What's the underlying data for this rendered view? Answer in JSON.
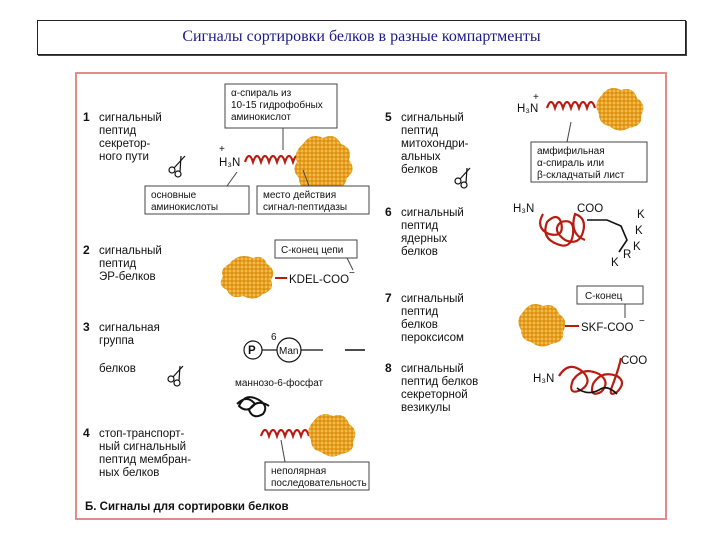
{
  "slide_title": "Сигналы сортировки белков в разные компартменты",
  "callouts": {
    "alpha_helix": [
      "α-спираль из",
      "10-15 гидрофобных",
      "аминокислот"
    ],
    "basic_aa": [
      "основные",
      "аминокислоты"
    ],
    "cleavage": [
      "место действия",
      "сигнал-пептидазы"
    ],
    "c_end_chain": [
      "С-конец цепи"
    ],
    "amphiphilic": [
      "амфифильная",
      "α-спираль или",
      "β-складчатый лист"
    ],
    "c_end": [
      "С-конец"
    ],
    "nonpolar": [
      "неполярная",
      "последовательность"
    ]
  },
  "items": [
    {
      "num": "1",
      "lines": [
        "сигнальный",
        "пептид",
        "секретор-",
        "ного пути"
      ]
    },
    {
      "num": "2",
      "lines": [
        "сигнальный",
        "пептид",
        "ЭР-белков"
      ]
    },
    {
      "num": "3",
      "lines": [
        "сигнальная",
        "группа",
        "",
        "белков"
      ]
    },
    {
      "num": "4",
      "lines": [
        "стоп-транспорт-",
        "ный сигнальный",
        "пептид мембран-",
        "ных белков"
      ]
    },
    {
      "num": "5",
      "lines": [
        "сигнальный",
        "пептид",
        "митохондри-",
        "альных",
        "белков"
      ]
    },
    {
      "num": "6",
      "lines": [
        "сигнальный",
        "пептид",
        "ядерных",
        "белков"
      ]
    },
    {
      "num": "7",
      "lines": [
        "сигнальный",
        "пептид",
        "белков",
        "пероксисом"
      ]
    },
    {
      "num": "8",
      "lines": [
        "сигнальный",
        "пептид белков",
        "секреторной",
        "везикулы"
      ]
    }
  ],
  "chem": {
    "h3n": "H₃N",
    "coo": "COO",
    "kdel": "KDEL-COO",
    "skf": "SKF-COO",
    "p": "P",
    "man": "Man",
    "mannose": "маннозо-6-фосфат",
    "six": "6",
    "plus": "+",
    "minus": "−",
    "k": "K",
    "r": "R"
  },
  "caption": "Б. Сигналы для сортировки белков",
  "colors": {
    "protein": "#e8a020",
    "chain": "#b81c10",
    "accent": "#1a1a8a",
    "border": "#e48a8a"
  }
}
